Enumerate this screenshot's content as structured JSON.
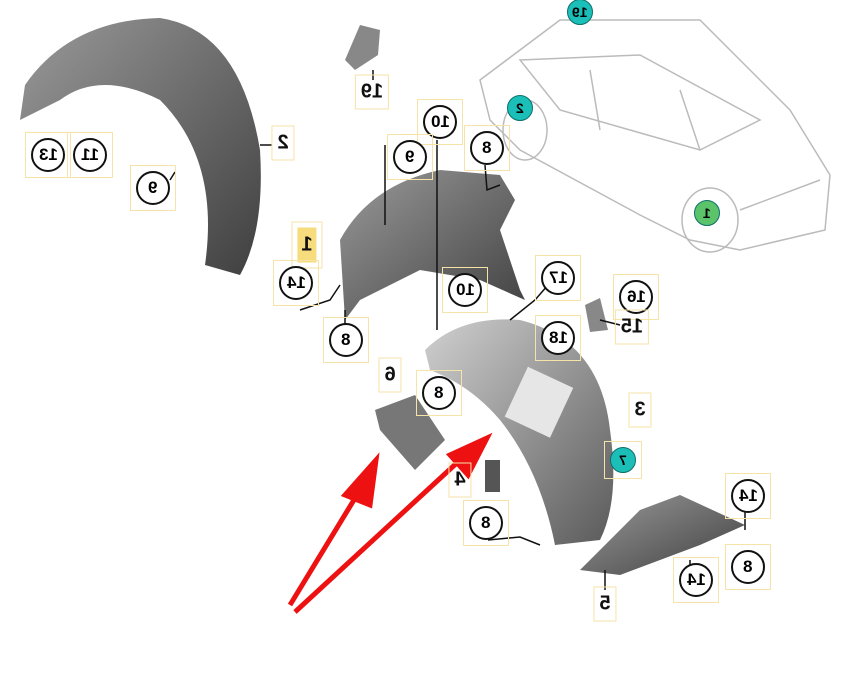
{
  "diagram": {
    "callouts_car": [
      "19",
      "2",
      "1"
    ],
    "callouts": [
      {
        "id": "a",
        "text": "19",
        "style": "plain"
      },
      {
        "id": "b",
        "text": "2",
        "style": "plain"
      },
      {
        "id": "c",
        "text": "13",
        "style": "circle"
      },
      {
        "id": "d",
        "text": "11",
        "style": "circle"
      },
      {
        "id": "e",
        "text": "9",
        "style": "circle"
      },
      {
        "id": "f",
        "text": "10",
        "style": "circle"
      },
      {
        "id": "g",
        "text": "9",
        "style": "circle"
      },
      {
        "id": "h",
        "text": "8",
        "style": "circle"
      },
      {
        "id": "i",
        "text": "1",
        "style": "highlight"
      },
      {
        "id": "j",
        "text": "14",
        "style": "circle"
      },
      {
        "id": "k",
        "text": "8",
        "style": "circle"
      },
      {
        "id": "l",
        "text": "10",
        "style": "circle"
      },
      {
        "id": "m",
        "text": "17",
        "style": "circle"
      },
      {
        "id": "n",
        "text": "16",
        "style": "circle"
      },
      {
        "id": "o",
        "text": "15",
        "style": "plain"
      },
      {
        "id": "p",
        "text": "18",
        "style": "circle"
      },
      {
        "id": "q",
        "text": "6",
        "style": "plain"
      },
      {
        "id": "r",
        "text": "8",
        "style": "circle"
      },
      {
        "id": "s",
        "text": "3",
        "style": "plain"
      },
      {
        "id": "t",
        "text": "7",
        "style": "teal"
      },
      {
        "id": "u",
        "text": "4",
        "style": "plain"
      },
      {
        "id": "v",
        "text": "8",
        "style": "circle"
      },
      {
        "id": "w",
        "text": "14",
        "style": "circle"
      },
      {
        "id": "x",
        "text": "8",
        "style": "circle"
      },
      {
        "id": "y",
        "text": "14",
        "style": "circle"
      },
      {
        "id": "z",
        "text": "5",
        "style": "plain"
      }
    ],
    "colors": {
      "arrow": "#ee1111",
      "part": "#6e6e6e",
      "teal": "#1bbfb8",
      "green": "#5bc46a",
      "highlight": "#f7dc7e"
    }
  }
}
